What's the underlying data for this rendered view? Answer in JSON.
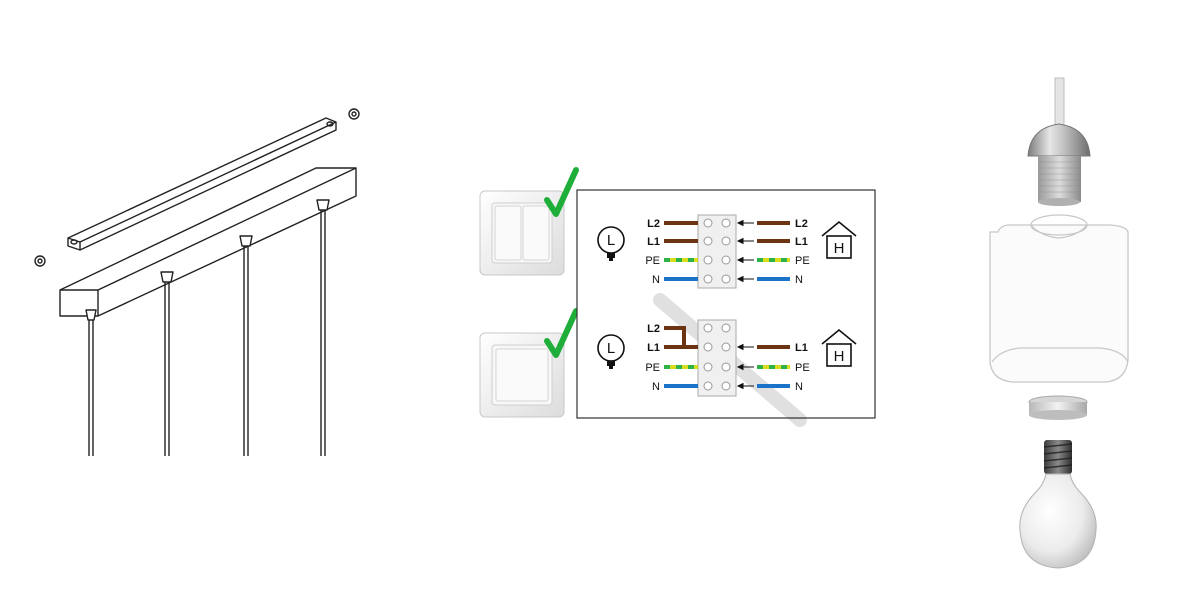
{
  "diagram": {
    "circuit_top": {
      "left_labels": [
        "L2",
        "L1",
        "PE",
        "N"
      ],
      "right_labels": [
        "L2",
        "L1",
        "PE",
        "N"
      ]
    },
    "circuit_bottom": {
      "left_labels": [
        "L2",
        "L1",
        "PE",
        "N"
      ],
      "right_labels": [
        "L1",
        "PE",
        "N"
      ]
    },
    "lamp_symbol_letter": "L",
    "house_symbol_letter": "H",
    "colors": {
      "brown_wire": "#6b3413",
      "blue_wire": "#1a73c9",
      "earth_yellow": "#d8dd1c",
      "earth_green": "#2fb24a",
      "check_green": "#1fae3a"
    }
  }
}
